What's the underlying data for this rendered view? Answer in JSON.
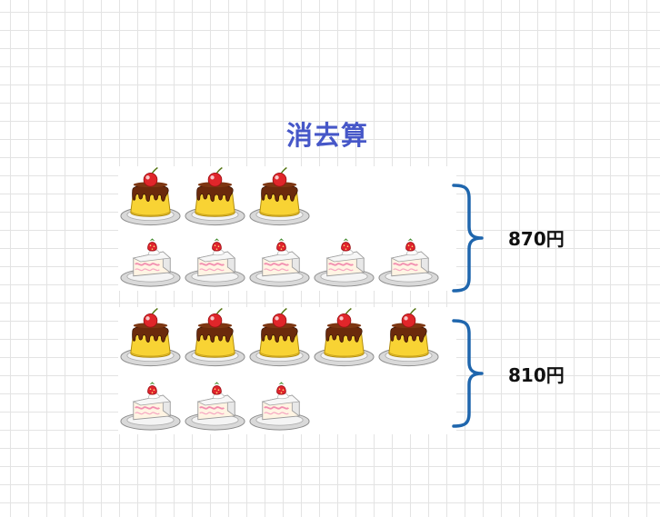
{
  "title": "消去算",
  "groups": [
    {
      "name": "top",
      "pudding_count": 3,
      "cake_count": 5,
      "price": "870円"
    },
    {
      "name": "bottom",
      "pudding_count": 5,
      "cake_count": 3,
      "price": "810円"
    }
  ],
  "icons": {
    "pudding": "pudding-icon",
    "cake": "shortcake-icon"
  },
  "colors": {
    "title": "#4657c8",
    "brace": "#1f66ad",
    "grid": "#e3e3e3"
  }
}
